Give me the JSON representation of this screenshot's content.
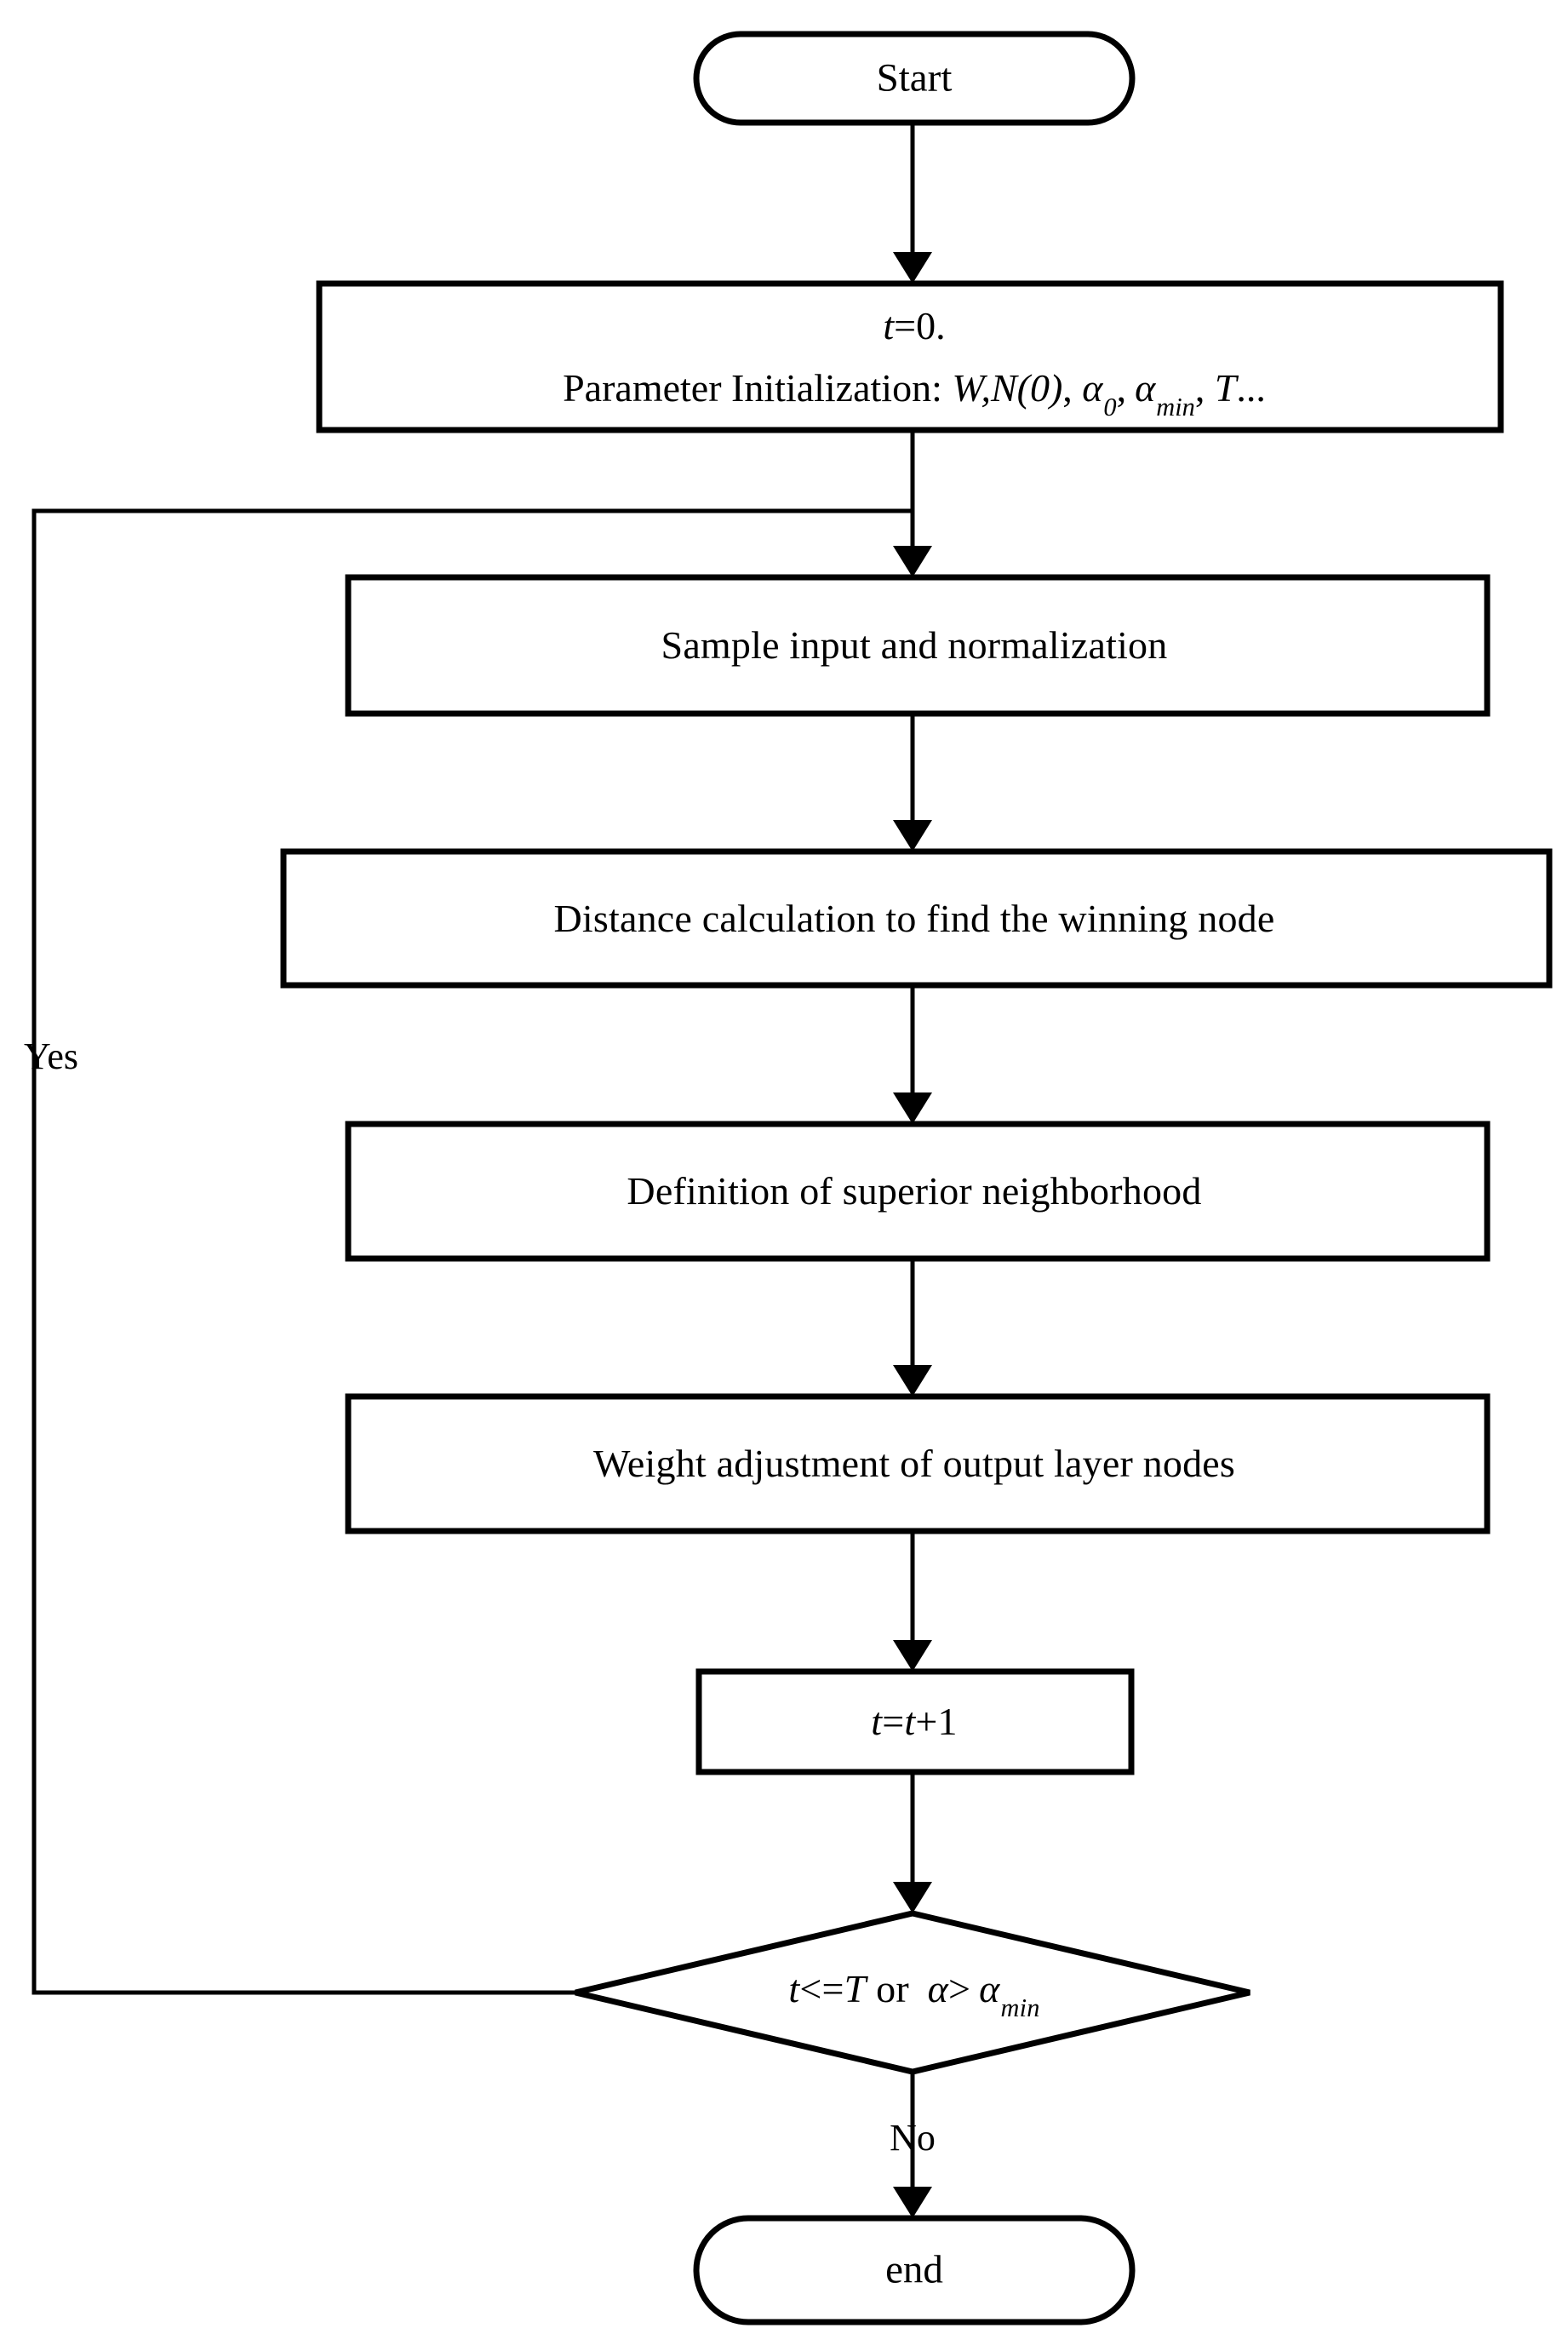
{
  "diagram": {
    "title": "SOM algorithm flowchart",
    "type": "flowchart",
    "orientation": "top-to-bottom",
    "stroke_color": "#000000",
    "fill_color": "#ffffff",
    "nodes": [
      {
        "id": "start",
        "shape": "terminator",
        "label": "Start"
      },
      {
        "id": "init",
        "shape": "process",
        "line1_prefix": "t",
        "line1_suffix": "=0.",
        "line2_prefix": "Parameter Initialization: ",
        "line2_w": "W,N(0)",
        "line2_comma1": ", ",
        "line2_alpha1": "α",
        "line2_sub1": "0",
        "line2_comma2": ",",
        "line2_alpha2": "α",
        "line2_sub2": "min",
        "line2_comma3": ", ",
        "line2_T": "T",
        "line2_tail": "..."
      },
      {
        "id": "sample",
        "shape": "process",
        "label": "Sample input and normalization"
      },
      {
        "id": "distance",
        "shape": "process",
        "label": "Distance calculation to find the winning node"
      },
      {
        "id": "neighborhood",
        "shape": "process",
        "label": "Definition of superior neighborhood"
      },
      {
        "id": "weight",
        "shape": "process",
        "label": "Weight adjustment of output layer nodes"
      },
      {
        "id": "increment",
        "shape": "process",
        "t_left": "t",
        "eq": "=",
        "t_right": "t",
        "plus_one": "+1"
      },
      {
        "id": "decision",
        "shape": "decision",
        "cond_t": "t",
        "cond_op": "<=",
        "cond_T": "T",
        "cond_or": " or ",
        "cond_alpha1": "α",
        "cond_gt": ">",
        "cond_alpha2": "α",
        "cond_sub": "min"
      },
      {
        "id": "end",
        "shape": "terminator",
        "label": "end"
      }
    ],
    "edge_labels": {
      "yes": "Yes",
      "no": "No"
    }
  }
}
